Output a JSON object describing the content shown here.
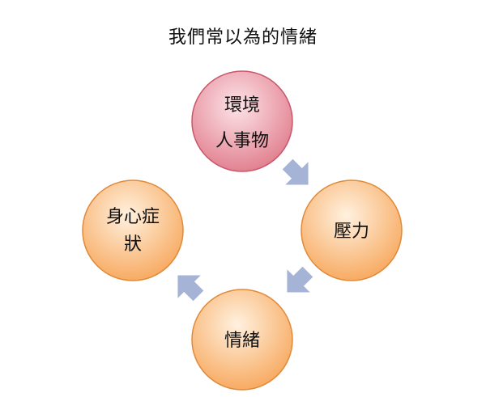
{
  "diagram": {
    "title": "我們常以為的情緒",
    "nodes": [
      {
        "id": "environment",
        "lines": [
          "環境",
          "人事物"
        ],
        "fill": "pink"
      },
      {
        "id": "pressure",
        "lines": [
          "壓力"
        ],
        "fill": "orange"
      },
      {
        "id": "emotion",
        "lines": [
          "情緒"
        ],
        "fill": "orange"
      },
      {
        "id": "symptoms",
        "lines": [
          "身心症",
          "狀"
        ],
        "fill": "orange"
      }
    ],
    "arrow_color": "#a4b3d6",
    "colors": {
      "pink_light": "#fde4e8",
      "pink_dark": "#e07a8a",
      "pink_stroke": "#c9576b",
      "orange_light": "#fff1df",
      "orange_dark": "#f7a65a",
      "orange_stroke": "#e08a3a"
    }
  }
}
